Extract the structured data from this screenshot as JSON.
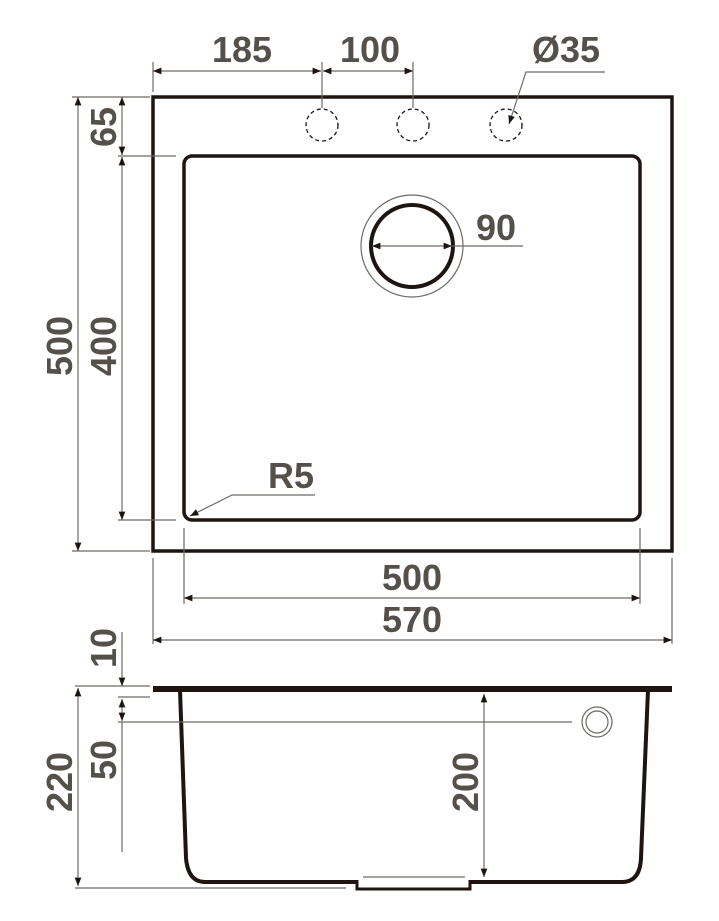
{
  "top_view": {
    "dim_hole_offset": "185",
    "dim_hole_spacing": "100",
    "dim_hole_diameter": "Ø35",
    "dim_drain": "90",
    "dim_radius": "R5",
    "dim_rim_depth": "65",
    "dim_overall_depth": "500",
    "dim_bowl_depth": "400",
    "dim_bowl_width": "500",
    "dim_overall_width": "570"
  },
  "side_view": {
    "dim_rim_thickness": "10",
    "dim_overflow": "50",
    "dim_total_height": "220",
    "dim_bowl_height": "200"
  },
  "colors": {
    "line": "#1e1510",
    "text": "#55504a"
  }
}
